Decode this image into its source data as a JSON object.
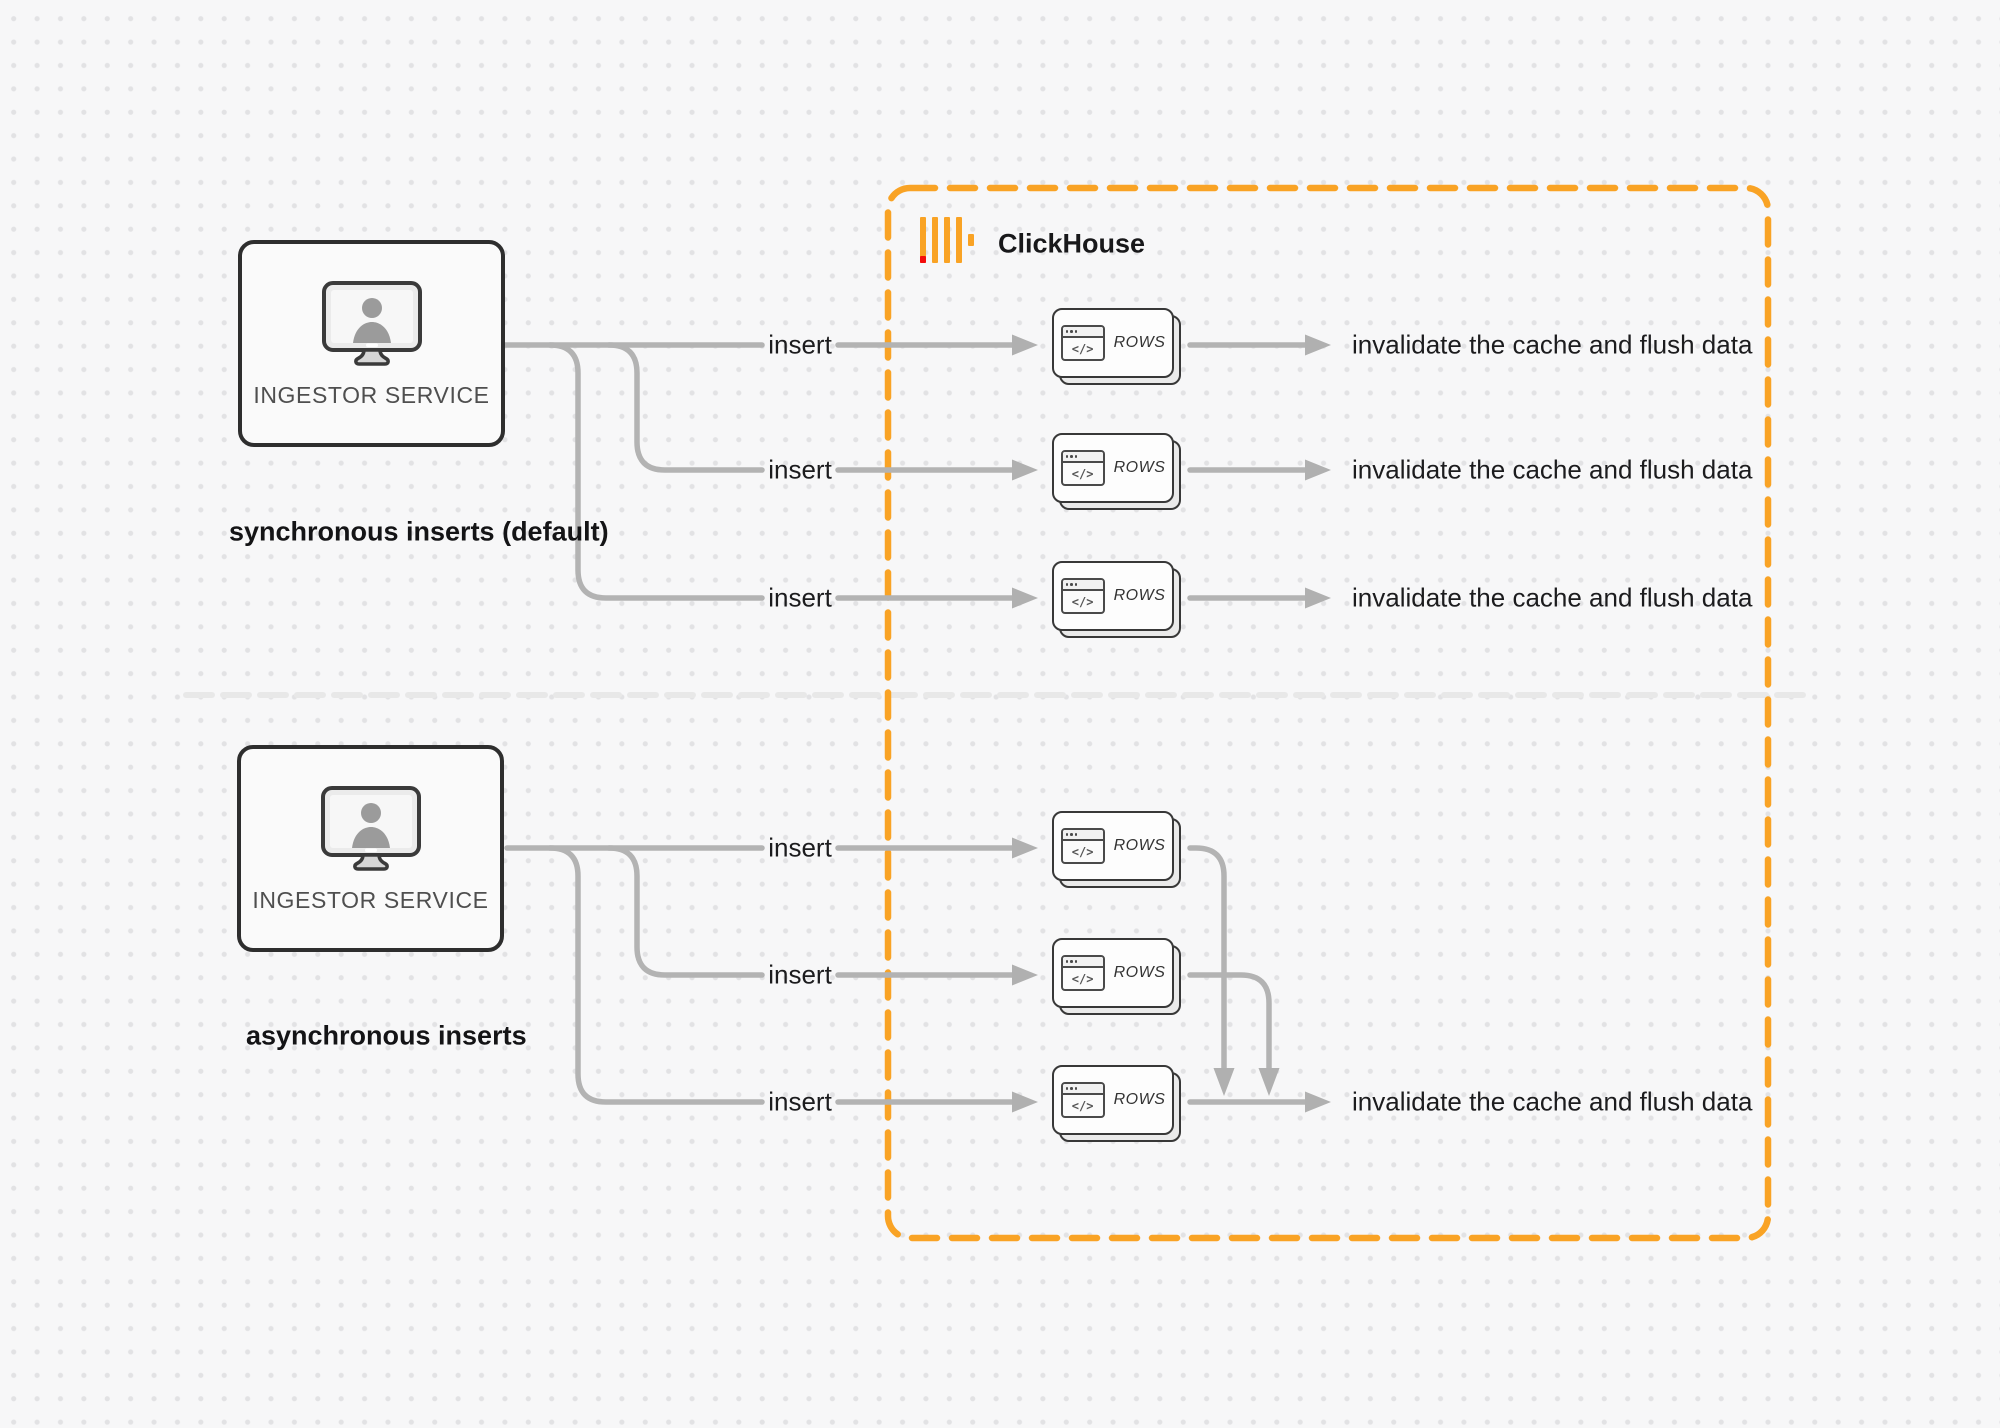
{
  "labels": {
    "clickhouse_title": "ClickHouse",
    "ingestor_service": "INGESTOR SERVICE",
    "sync_caption": "synchronous inserts (default)",
    "async_caption": "asynchronous inserts",
    "insert": "insert",
    "rows": "ROWS",
    "invalidate": "invalidate the cache and flush data",
    "code_glyph": "</>"
  },
  "colors": {
    "background": "#F7F7F8",
    "grid_dot": "#E2E2E4",
    "accent_orange": "#F9A325",
    "brand_red": "#F40C0C",
    "connector_gray": "#B3B3B3",
    "divider_gray": "#E8E8E8",
    "node_border_dark": "#2E2E2E",
    "text_dark": "#1C1C1E",
    "node_label_gray": "#4F4F4F"
  },
  "structure": {
    "sections": [
      {
        "name": "synchronous",
        "insert_count": 3,
        "outcome_count": 3
      },
      {
        "name": "asynchronous",
        "insert_count": 3,
        "outcome_count": 1
      }
    ]
  }
}
